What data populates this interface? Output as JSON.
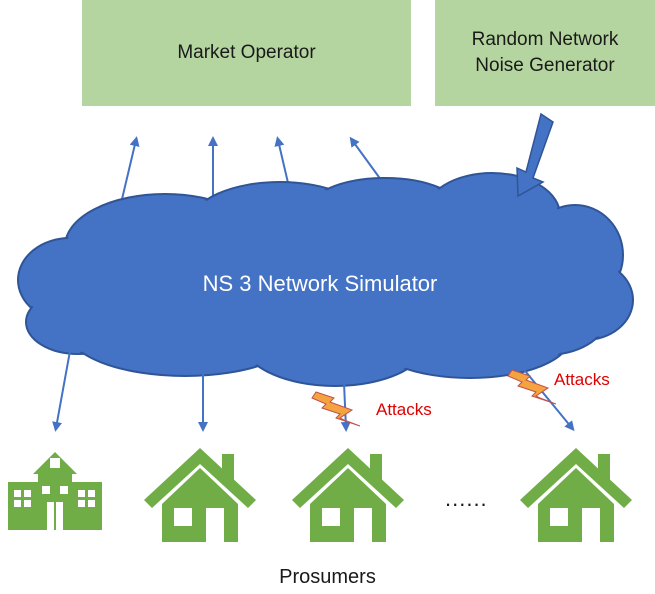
{
  "boxes": {
    "market": "Market Operator",
    "noise_line1": "Random Network",
    "noise_line2": "Noise Generator"
  },
  "cloud": {
    "label": "NS 3 Network Simulator"
  },
  "attacks": [
    "Attacks",
    "Attacks"
  ],
  "ellipsis": "......",
  "footer": "Prosumers",
  "colors": {
    "box_fill": "#b5d5a0",
    "cloud_fill": "#4472c4",
    "cloud_stroke": "#2f5597",
    "arrow": "#4472c4",
    "house": "#70ad47",
    "attack_text": "#e00000",
    "lightning": "#f4a340"
  },
  "icons": [
    "school-icon",
    "house-icon",
    "house-icon",
    "house-icon",
    "lightning-icon"
  ]
}
